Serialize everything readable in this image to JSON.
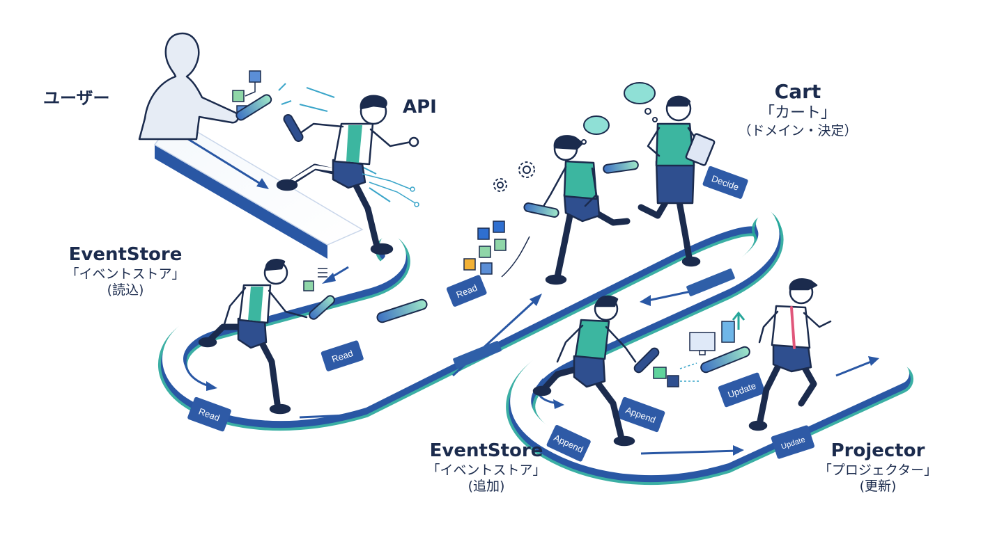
{
  "actors": {
    "user": {
      "name": "ユーザー"
    },
    "api": {
      "name": "API"
    },
    "cart": {
      "name": "Cart",
      "role": "「カート」",
      "note": "（ドメイン・決定）"
    },
    "eventstore_read": {
      "name": "EventStore",
      "role": "「イベントストア」",
      "note": "(読込)"
    },
    "eventstore_append": {
      "name": "EventStore",
      "role": "「イベントストア」",
      "note": "(追加)"
    },
    "projector": {
      "name": "Projector",
      "role": "「プロジェクター」",
      "note": "(更新)"
    }
  },
  "signs": {
    "read_1": "Read",
    "read_2": "Read",
    "read_3": "Read",
    "decide": "Decide",
    "append_1": "Append",
    "append_2": "Append",
    "update_1": "Update",
    "update_2": "Update"
  },
  "colors": {
    "track_blue": "#2957a4",
    "track_teal": "#26a69a",
    "ink": "#1b2b4d",
    "accent_green": "#5fd39c",
    "shirt_teal": "#3cb6a0",
    "short_navy": "#2f4f8f",
    "sign_bg": "#2e5aa6"
  }
}
